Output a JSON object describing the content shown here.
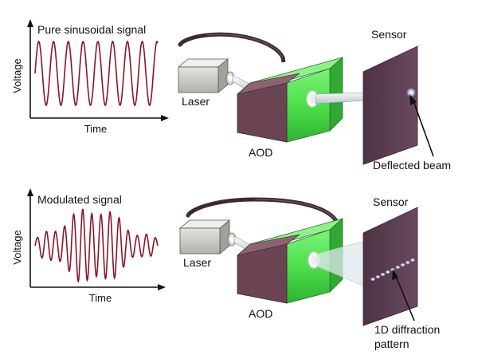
{
  "colors": {
    "waveform": "#8a1528",
    "aod_glow": "#4ee04a",
    "aod_body": "#6b4454",
    "sensor": "#5b3c50",
    "laser_box": "#c9ccc4",
    "beam": "#dfe8ee",
    "spot": "#c7cbf2"
  },
  "panels": {
    "top": {
      "signal_title": "Pure sinusoidal signal",
      "y_axis": "Voltage",
      "x_axis": "Time",
      "laser_label": "Laser",
      "aod_label": "AOD",
      "sensor_label": "Sensor",
      "pointer_label": "Deflected beam"
    },
    "bottom": {
      "signal_title": "Modulated signal",
      "y_axis": "Voltage",
      "x_axis": "Time",
      "laser_label": "Laser",
      "aod_label": "AOD",
      "sensor_label": "Sensor",
      "pointer_label_line1": "1D diffraction",
      "pointer_label_line2": "pattern",
      "spot_count": 9
    }
  },
  "icons": [
    "laser-icon",
    "aod-crystal-icon",
    "sensor-screen-icon",
    "cable-icon"
  ]
}
